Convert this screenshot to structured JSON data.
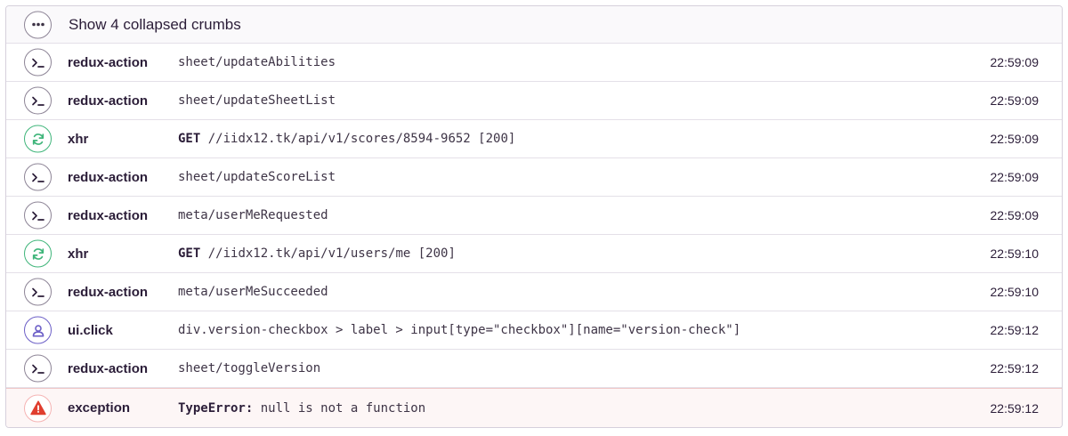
{
  "collapsed": {
    "label": "Show 4 collapsed crumbs",
    "icon": "ellipsis-icon"
  },
  "crumbs": [
    {
      "category": "redux-action",
      "method": "",
      "message": "sheet/updateAbilities",
      "time": "22:59:09",
      "icon": "terminal-icon",
      "kind": "default"
    },
    {
      "category": "redux-action",
      "method": "",
      "message": "sheet/updateSheetList",
      "time": "22:59:09",
      "icon": "terminal-icon",
      "kind": "default"
    },
    {
      "category": "xhr",
      "method": "GET",
      "message": " //iidx12.tk/api/v1/scores/8594-9652 [200]",
      "time": "22:59:09",
      "icon": "refresh-icon",
      "kind": "xhr"
    },
    {
      "category": "redux-action",
      "method": "",
      "message": "sheet/updateScoreList",
      "time": "22:59:09",
      "icon": "terminal-icon",
      "kind": "default"
    },
    {
      "category": "redux-action",
      "method": "",
      "message": "meta/userMeRequested",
      "time": "22:59:09",
      "icon": "terminal-icon",
      "kind": "default"
    },
    {
      "category": "xhr",
      "method": "GET",
      "message": " //iidx12.tk/api/v1/users/me [200]",
      "time": "22:59:10",
      "icon": "refresh-icon",
      "kind": "xhr"
    },
    {
      "category": "redux-action",
      "method": "",
      "message": "meta/userMeSucceeded",
      "time": "22:59:10",
      "icon": "terminal-icon",
      "kind": "default"
    },
    {
      "category": "ui.click",
      "method": "",
      "message": "div.version-checkbox > label > input[type=\"checkbox\"][name=\"version-check\"]",
      "time": "22:59:12",
      "icon": "user-icon",
      "kind": "click"
    },
    {
      "category": "redux-action",
      "method": "",
      "message": "sheet/toggleVersion",
      "time": "22:59:12",
      "icon": "terminal-icon",
      "kind": "default"
    },
    {
      "category": "exception",
      "method": "TypeError:",
      "message": " null is not a function",
      "time": "22:59:12",
      "icon": "warning-icon",
      "kind": "error"
    }
  ],
  "colors": {
    "xhr": "#3fb57a",
    "click": "#6c5fc7",
    "error": "#e03e2f",
    "neutral": "#8d8496"
  }
}
